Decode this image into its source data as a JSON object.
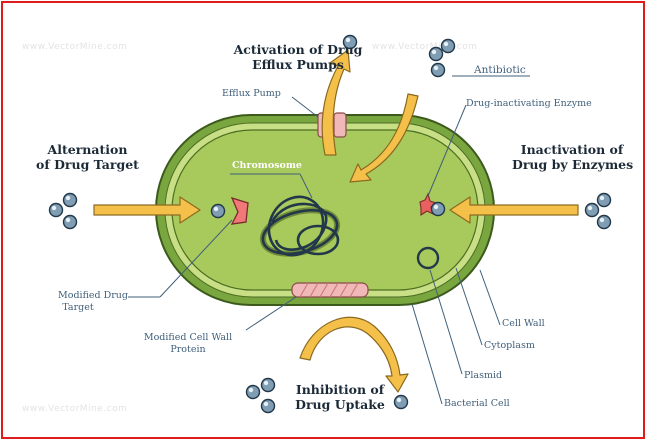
{
  "watermark": "www.VectorMine.com",
  "colors": {
    "border": "#e01b1b",
    "cell_wall": "#7aa640",
    "cytoplasm": "#a8c95b",
    "arrow": "#f5c04a",
    "arrow_stroke": "#8a6a20",
    "pump": "#f0b8b8",
    "molecule": "#7f9db3",
    "text_dark": "#1c2a38",
    "text_label": "#3f5f7a"
  },
  "labels": {
    "activation_line1": "Activation of Drug",
    "activation_line2": "Efflux Pumps",
    "efflux_pump": "Efflux Pump",
    "antibiotic": "Antibiotic",
    "drug_inactivating_enzyme": "Drug-inactivating Enzyme",
    "alternation_line1": "Alternation",
    "alternation_line2": "of Drug Target",
    "inactivation_line1": "Inactivation of",
    "inactivation_line2": "Drug by Enzymes",
    "chromosome": "Chromosome",
    "modified_target_line1": "Modified Drug",
    "modified_target_line2": "Target",
    "modified_wall_line1": "Modified Cell Wall",
    "modified_wall_line2": "Protein",
    "inhibition_line1": "Inhibition of",
    "inhibition_line2": "Drug Uptake",
    "cell_wall": "Cell Wall",
    "cytoplasm": "Cytoplasm",
    "plasmid": "Plasmid",
    "bacterial_cell": "Bacterial Cell"
  },
  "icons": {
    "molecule": "antibiotic-molecule-icon",
    "enzyme": "enzyme-star-icon",
    "target": "modified-target-icon"
  }
}
